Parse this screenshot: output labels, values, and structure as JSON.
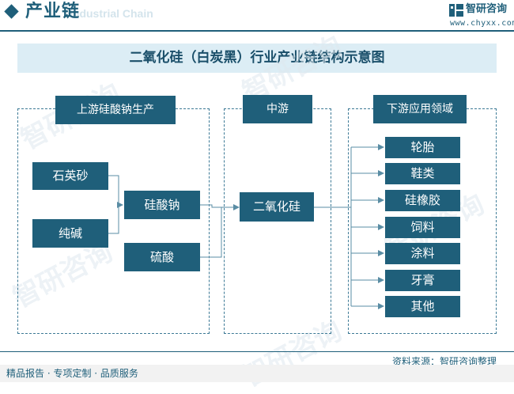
{
  "header": {
    "section_title": "产业链",
    "ghost_text": "Industrial Chain",
    "brand_name": "智研咨询",
    "brand_url": "www.chyxx.com"
  },
  "diagram_title": "二氧化硅（白炭黑）行业产业链结构示意图",
  "watermark_text": "智研咨询",
  "sections": {
    "upstream": {
      "label": "上游硅酸钠生产"
    },
    "midstream": {
      "label": "中游"
    },
    "downstream": {
      "label": "下游应用领域"
    }
  },
  "upstream_nodes": {
    "quartz_sand": "石英砂",
    "soda_ash": "纯碱",
    "sodium_silicate": "硅酸钠",
    "sulfuric_acid": "硫酸"
  },
  "midstream_node": "二氧化硅",
  "downstream_items": [
    "轮胎",
    "鞋类",
    "硅橡胶",
    "饲料",
    "涂料",
    "牙膏",
    "其他"
  ],
  "footer": {
    "source": "资料来源：智研咨询整理",
    "tagline": "精品报告 · 专项定制 · 品质服务"
  },
  "colors": {
    "primary": "#1f5f7a",
    "title_bg": "#dcedf5"
  }
}
